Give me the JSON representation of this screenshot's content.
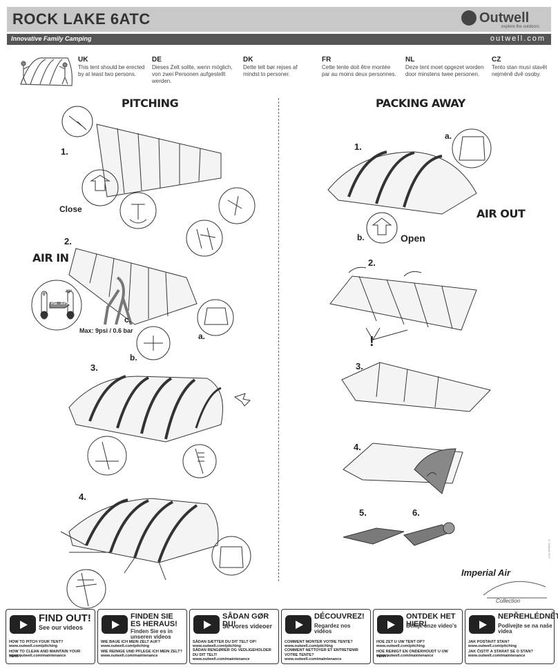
{
  "header": {
    "title": "ROCK LAKE 6ATC",
    "brand": "Outwell",
    "brand_tagline": "explore the outdoors",
    "subtitle": "Innovative Family Camping",
    "url": "outwell.com"
  },
  "languages": [
    {
      "code": "UK",
      "text": "This tent should be erected by at least two persons."
    },
    {
      "code": "DE",
      "text": "Dieses Zelt sollte, wenn möglich, von zwei Personen aufgestellt werden."
    },
    {
      "code": "DK",
      "text": "Dette telt bør rejses af mindst to personer."
    },
    {
      "code": "FR",
      "text": "Cette tente doit être montée par au moins deux personnes."
    },
    {
      "code": "NL",
      "text": "Deze tent moet opgezet worden door minstens twee personen."
    },
    {
      "code": "CZ",
      "text": "Tento stan musí stavět nejméně dvě osoby."
    }
  ],
  "pitching": {
    "heading": "PITCHING",
    "steps": [
      "1.",
      "2.",
      "3.",
      "4."
    ],
    "close_label": "Close",
    "air_in_label": "AIR IN",
    "gauge_left": "0°",
    "gauge_right": "40°",
    "gauge_psi": "7 PSI",
    "gauge_psi2": "9 PSI",
    "c_label": "c.",
    "a_label": "a.",
    "b_label": "b.",
    "max_pressure": "Max: 9psi / 0.6 bar"
  },
  "packing": {
    "heading": "PACKING AWAY",
    "steps": [
      "1.",
      "2.",
      "3.",
      "4.",
      "5.",
      "6."
    ],
    "a_label": "a.",
    "b_label": "b.",
    "open_label": "Open",
    "air_out_label": "AIR OUT",
    "warning": "!"
  },
  "collection": {
    "name": "Imperial Air",
    "sub": "Collection"
  },
  "copyright": "© Outwell 2017",
  "footer": [
    {
      "title": "FIND OUT!",
      "sub": "See our videos",
      "l1": "HOW TO PITCH YOUR TENT?",
      "l2": "www.outwell.com/pitching",
      "l3": "HOW TO CLEAN AND MAINTAIN YOUR TENT?",
      "l4": "www.outwell.com/maintenance"
    },
    {
      "title": "FINDEN SIE ES HERAUS!",
      "sub": "Finden Sie es in unseren videos",
      "l1": "WIE BAUE ICH MEIN ZELT AUF?",
      "l2": "www.outwell.com/pitching",
      "l3": "WIE REINIGE UND PFLEGE ICH MEIN ZELT?",
      "l4": "www.outwell.com/maintenance"
    },
    {
      "title": "SÅDAN GØR DU!",
      "sub": "Se vores videoer",
      "l1": "SÅDAN SÆTTER DU DIT TELT OP!",
      "l2": "www.outwell.com/pitching",
      "l3": "SÅDAN RENGØRER OG VEDLIGEHOLDER DU DIT TELT!",
      "l4": "www.outwell.com/maintenance"
    },
    {
      "title": "DÉCOUVREZ!",
      "sub": "Regardez nos vidéos",
      "l1": "COMMENT MONTER VOTRE TENTE?",
      "l2": "www.outwell.com/pitching",
      "l3": "COMMENT NETTOYER ET ENTRETENIR VOTRE TENTE?",
      "l4": "www.outwell.com/maintenance"
    },
    {
      "title": "ONTDEK HET HIER!",
      "sub": "Bekijk onze video's",
      "l1": "HOE ZET U UW TENT OP?",
      "l2": "www.outwell.com/pitching",
      "l3": "HOE REINIGT EN ONDERHOUDT U UW TENT?",
      "l4": "www.outwell.com/maintenance"
    },
    {
      "title": "NEPŘEHLÉDNĚTE!",
      "sub": "Podívejte se na naše videa",
      "l1": "JAK POSTAVIT STAN?",
      "l2": "www.outwell.com/pitching",
      "l3": "JAK ČISTIT A STARAT SE O STAN?",
      "l4": "www.outwell.com/maintenance"
    }
  ]
}
